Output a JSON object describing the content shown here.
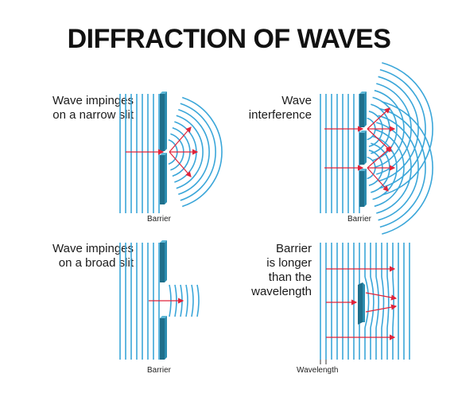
{
  "title": "DIFFRACTION OF WAVES",
  "panels": {
    "narrow_slit": {
      "label": "Wave impinges\non a narrow slit",
      "caption": "Barrier"
    },
    "interference": {
      "label": "Wave\ninterference",
      "caption": "Barrier"
    },
    "broad_slit": {
      "label": "Wave impinges\non a broad slit",
      "caption": "Barrier"
    },
    "long_barrier": {
      "label": "Barrier\nis longer\nthan the\nwavelength",
      "caption": "Wavelength"
    }
  },
  "colors": {
    "wave": "#3aa6d9",
    "barrier_front": "#1f6f8b",
    "barrier_side": "#2c8db0",
    "arrow": "#e0243a"
  }
}
